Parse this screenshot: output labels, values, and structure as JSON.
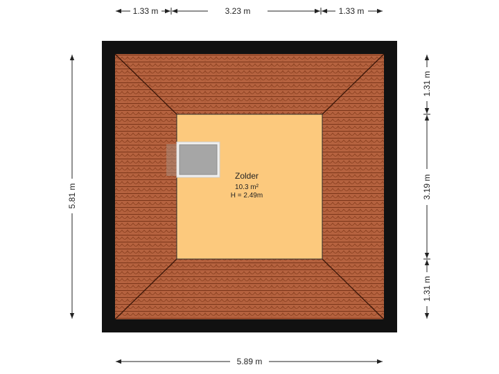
{
  "room": {
    "name": "Zolder",
    "area": "10.3 m²",
    "height": "H = 2.49m"
  },
  "dimensions": {
    "top": [
      "1.33 m",
      "3.23 m",
      "1.33 m"
    ],
    "bottom": "5.89 m",
    "left": "5.81 m",
    "right": [
      "1.31 m",
      "3.19 m",
      "1.31 m"
    ]
  },
  "colors": {
    "wall": "#111111",
    "roof_tile": "#b5623f",
    "roof_line": "#6b2e16",
    "floor": "#fcc97d",
    "skylight": "#a6a6a6",
    "dimension_line": "#222222"
  }
}
